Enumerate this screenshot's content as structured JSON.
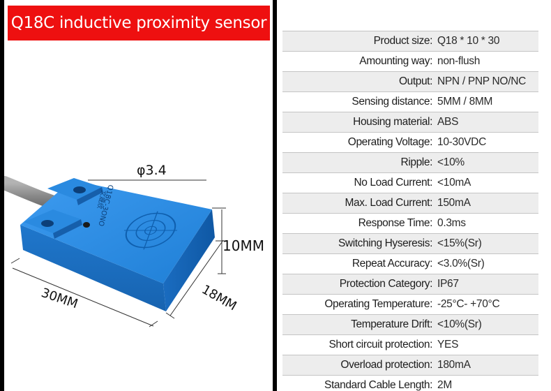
{
  "title": "Q18C inductive proximity sensor",
  "dimensions": {
    "diameter": "φ3.4",
    "height": "10MM",
    "length": "30MM",
    "width": "18MM"
  },
  "product_marking": {
    "model": "Q18C-3ONO",
    "brand": "文晟欣"
  },
  "colors": {
    "banner": "#ee1010",
    "housing": "#1f7fd6",
    "cable": "#8a8a8a"
  },
  "specs": [
    {
      "label": "Product size",
      "sep": ":",
      "value": "Q18 * 10 * 30"
    },
    {
      "label": "Amounting way",
      "sep": ":",
      "value": "non-flush"
    },
    {
      "label": "Output",
      "sep": ":",
      "value": "NPN / PNP NO/NC"
    },
    {
      "label": "Sensing distance",
      "sep": ":",
      "value": "5MM / 8MM"
    },
    {
      "label": "Housing material",
      "sep": ":",
      "value": "ABS"
    },
    {
      "label": "Operating Voltage",
      "sep": ":",
      "value": "10-30VDC"
    },
    {
      "label": "Ripple",
      "sep": ":",
      "value": "<10%"
    },
    {
      "label": "No Load Current",
      "sep": ":",
      "value": "<10mA"
    },
    {
      "label": "Max. Load Current",
      "sep": ":",
      "value": "150mA"
    },
    {
      "label": "Response Time",
      "sep": ":",
      "value": "0.3ms"
    },
    {
      "label": "Switching Hyseresis",
      "sep": ":",
      "value": "<15%(Sr)"
    },
    {
      "label": "Repeat Accuracy",
      "sep": ":",
      "value": "<3.0%(Sr)"
    },
    {
      "label": "Protection Category",
      "sep": ":",
      "value": "IP67"
    },
    {
      "label": "Operating Temperature",
      "sep": ":",
      "value": "-25°C- +70°C"
    },
    {
      "label": "Temperature Drift",
      "sep": ":",
      "value": "<10%(Sr)"
    },
    {
      "label": "Short circuit protection",
      "sep": ":",
      "value": "YES"
    },
    {
      "label": "Overload protection",
      "sep": ":",
      "value": "180mA"
    },
    {
      "label": "Standard Cable Length",
      "sep": ":",
      "value": "2M"
    }
  ]
}
